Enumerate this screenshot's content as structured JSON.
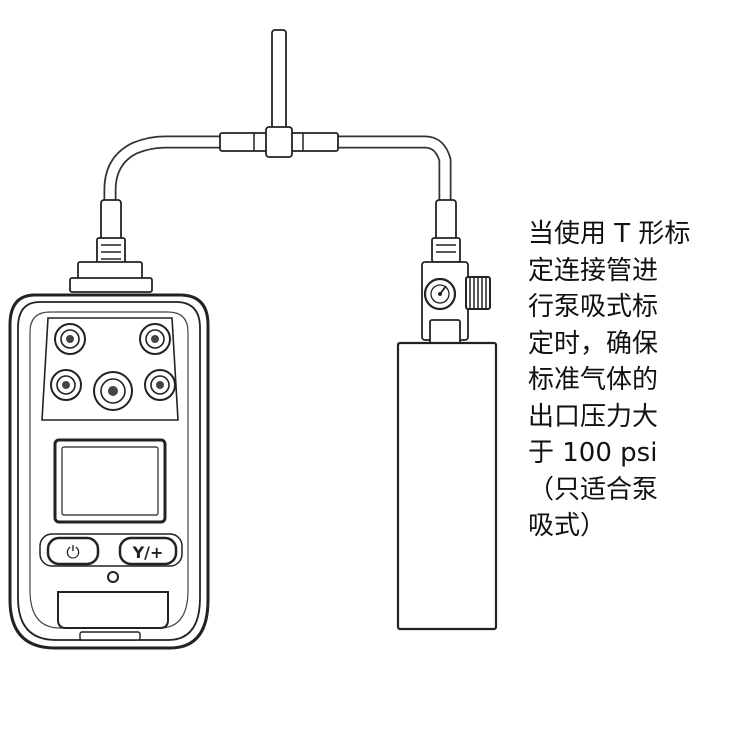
{
  "caption": {
    "lines": [
      "当使用 T 形标",
      "定连接管进",
      "行泵吸式标",
      "定时，确保",
      "标准气体的",
      "出口压力大",
      "于 100 psi",
      "（只适合泵",
      "吸式）"
    ]
  },
  "device": {
    "left_button_symbol": "⏻",
    "right_button_label": "Y/+"
  }
}
